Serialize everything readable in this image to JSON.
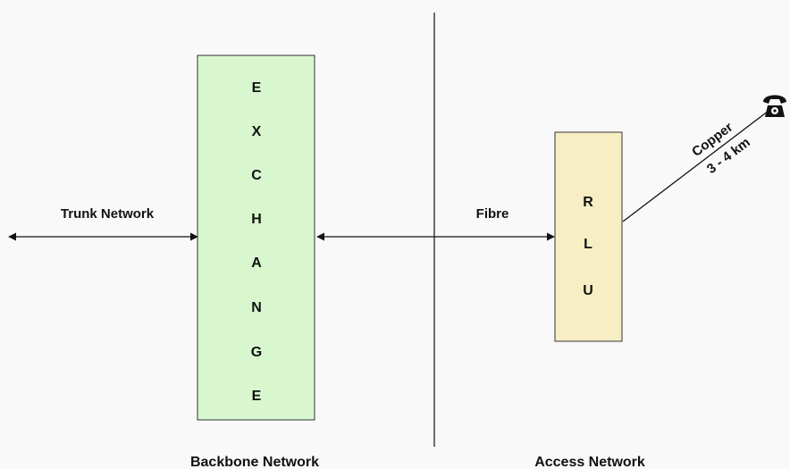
{
  "exchange": {
    "letters": [
      "E",
      "X",
      "C",
      "H",
      "A",
      "N",
      "G",
      "E"
    ],
    "fill": "#d9f7cf"
  },
  "rlu": {
    "letters": [
      "R",
      "L",
      "U"
    ],
    "fill": "#f7eec4"
  },
  "labels": {
    "trunk_network": "Trunk Network",
    "fibre": "Fibre",
    "copper": "Copper",
    "copper_distance": "3 - 4 km",
    "backbone_network": "Backbone Network",
    "access_network": "Access Network"
  },
  "icons": {
    "telephone": "telephone-icon"
  }
}
